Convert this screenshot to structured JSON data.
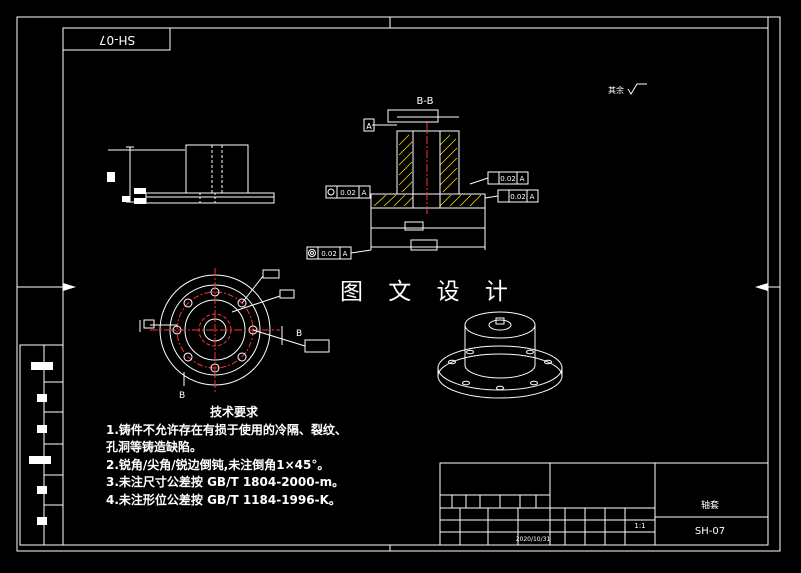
{
  "drawing_code_stamp": "SH-07",
  "section_label": "B-B",
  "section_marker": "B",
  "roughness_note": "其余",
  "watermark": "图 文 设 计",
  "tech_requirements": {
    "title": "技术要求",
    "items": [
      "1.铸件不允许存在有损于使用的冷隔、裂纹、",
      "孔洞等铸造缺陷。",
      "2.锐角/尖角/锐边倒钝,未注倒角1×45°。",
      "3.未注尺寸公差按 GB/T 1804-2000-m。",
      "4.未注形位公差按 GB/T 1184-1996-K。"
    ]
  },
  "title_block": {
    "part_name": "轴套",
    "drawing_code": "SH-07",
    "scale": "1:1",
    "date": "2020/10/31"
  },
  "gdt": {
    "datum_a": "A",
    "runout_1": "0.02",
    "perp_1": "0.02",
    "perp_2": "0.02",
    "coax": "0.02"
  },
  "colors": {
    "background": "#000000",
    "line": "#ffffff",
    "hatch": "#ffe000",
    "center": "#ff3030",
    "dim": "#ffffff"
  }
}
